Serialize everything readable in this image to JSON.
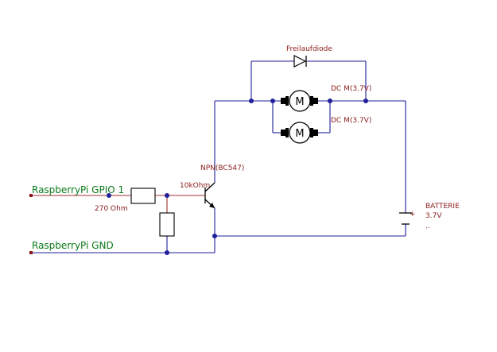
{
  "labels": {
    "gpio": "RaspberryPi GPIO 1",
    "gnd": "RaspberryPi GND",
    "r1_value": "270 Ohm",
    "r2_value": "10kOhm",
    "transistor": "NPN(BC547)",
    "diode": "Freilaufdiode",
    "motor1": "DC M(3.7V)",
    "motor2": "DC M(3.7V)",
    "motor_symbol": "M",
    "battery_name": "BATTERIE",
    "battery_voltage": "3.7V",
    "battery_extra": "..",
    "battery_plus": "+"
  },
  "colors": {
    "wire": "#1f1f9a",
    "wire_red": "#a03030",
    "label_red": "#8b1a1a",
    "label_green": "#0a7a1a",
    "part": "#000000"
  }
}
